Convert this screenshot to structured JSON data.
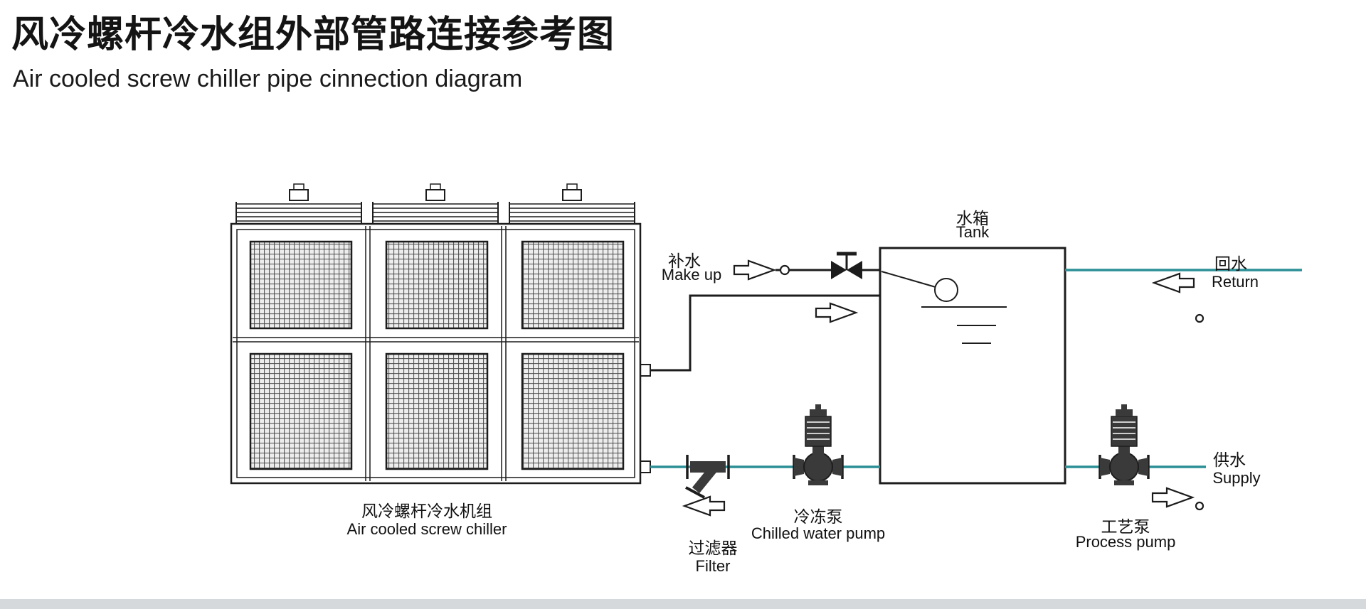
{
  "header": {
    "title_zh": "风冷螺杆冷水组外部管路连接参考图",
    "title_en": "Air cooled screw chiller pipe cinnection diagram"
  },
  "colors": {
    "pipe_teal": "#2b8f96",
    "line_black": "#1c1c1c"
  },
  "diagram": {
    "chiller": {
      "label_zh": "风冷螺杆冷水机组",
      "label_en": "Air cooled screw chiller"
    },
    "tank": {
      "label_zh": "水箱",
      "label_en": "Tank"
    },
    "makeup": {
      "label_zh": "补水",
      "label_en": "Make up"
    },
    "return": {
      "label_zh": "回水",
      "label_en": "Return"
    },
    "supply": {
      "label_zh": "供水",
      "label_en": "Supply"
    },
    "filter": {
      "label_zh": "过滤器",
      "label_en": "Filter"
    },
    "chilled_pump": {
      "label_zh": "冷冻泵",
      "label_en": "Chilled water pump"
    },
    "process_pump": {
      "label_zh": "工艺泵",
      "label_en": "Process pump"
    }
  }
}
